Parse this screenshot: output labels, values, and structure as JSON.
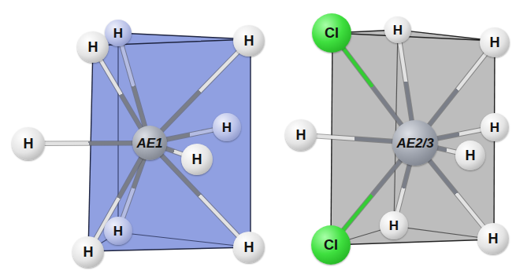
{
  "diagram": {
    "nodes": [
      {
        "text": [
          "AE1"
        ]
      },
      {
        "text": [
          "H"
        ]
      },
      {
        "text": [
          "H"
        ]
      },
      {
        "text": [
          "H"
        ]
      },
      {
        "text": [
          "H"
        ]
      },
      {
        "text": [
          "H"
        ]
      },
      {
        "text": [
          "H"
        ]
      },
      {
        "text": [
          "H"
        ]
      },
      {
        "text": [
          "H"
        ]
      },
      {
        "text": [
          "H"
        ]
      },
      {
        "text": [
          "AE2/3"
        ]
      },
      {
        "text": [
          "Cl"
        ]
      },
      {
        "text": [
          "H"
        ]
      },
      {
        "text": [
          "H"
        ]
      },
      {
        "text": [
          "H"
        ]
      },
      {
        "text": [
          "H"
        ]
      },
      {
        "text": [
          "H"
        ]
      },
      {
        "text": [
          "Cl"
        ]
      },
      {
        "text": [
          "H"
        ]
      },
      {
        "text": [
          "H"
        ]
      }
    ],
    "edges": [
      {
        "from": 0,
        "to": 1,
        "arrow": "none"
      },
      {
        "from": 0,
        "to": 2,
        "arrow": "none"
      },
      {
        "from": 0,
        "to": 3,
        "arrow": "none"
      },
      {
        "from": 0,
        "to": 4,
        "arrow": "none"
      },
      {
        "from": 0,
        "to": 5,
        "arrow": "none"
      },
      {
        "from": 0,
        "to": 6,
        "arrow": "none"
      },
      {
        "from": 0,
        "to": 7,
        "arrow": "none"
      },
      {
        "from": 0,
        "to": 8,
        "arrow": "none"
      },
      {
        "from": 0,
        "to": 9,
        "arrow": "none"
      },
      {
        "from": 10,
        "to": 11,
        "arrow": "none"
      },
      {
        "from": 10,
        "to": 12,
        "arrow": "none"
      },
      {
        "from": 10,
        "to": 13,
        "arrow": "none"
      },
      {
        "from": 10,
        "to": 14,
        "arrow": "none"
      },
      {
        "from": 10,
        "to": 15,
        "arrow": "none"
      },
      {
        "from": 10,
        "to": 16,
        "arrow": "none"
      },
      {
        "from": 10,
        "to": 17,
        "arrow": "none"
      },
      {
        "from": 10,
        "to": 18,
        "arrow": "none"
      },
      {
        "from": 10,
        "to": 19,
        "arrow": "none"
      }
    ]
  }
}
